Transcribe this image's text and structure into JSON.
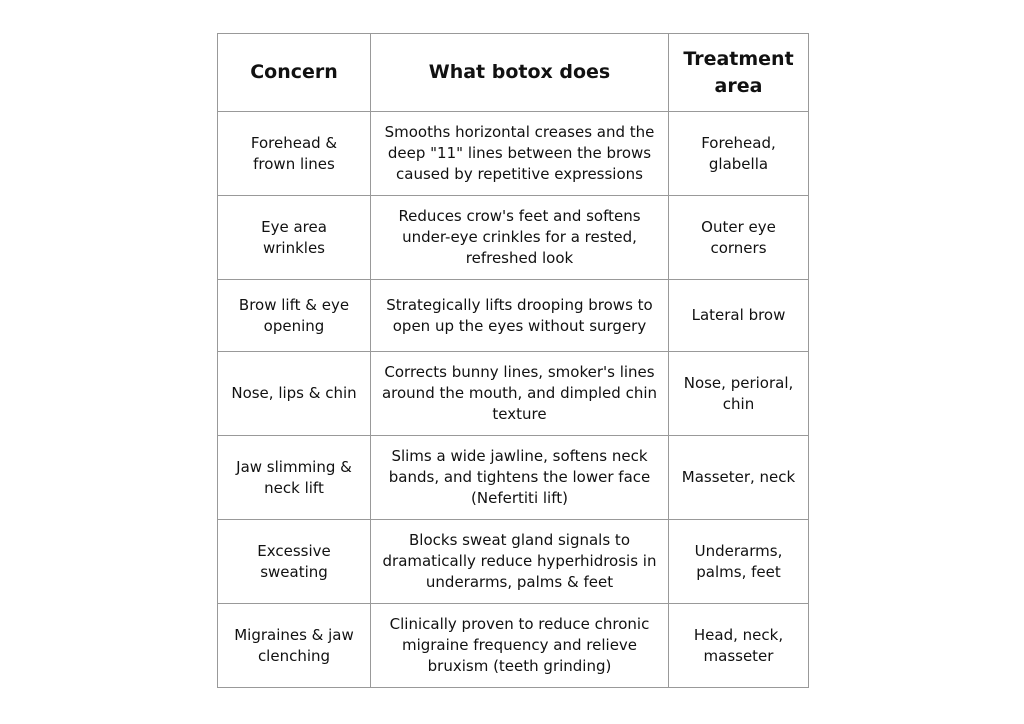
{
  "table": {
    "headers": [
      "Concern",
      "What botox does",
      "Treatment area"
    ],
    "rows": [
      {
        "concern": "Forehead & frown lines",
        "effect": "Smooths horizontal creases and the deep \"11\" lines between the brows caused by repetitive expressions",
        "area": "Forehead, glabella"
      },
      {
        "concern": "Eye area wrinkles",
        "effect": "Reduces crow's feet and softens under-eye crinkles for a rested, refreshed look",
        "area": "Outer eye corners"
      },
      {
        "concern": "Brow lift & eye opening",
        "effect": "Strategically lifts drooping brows to open up the eyes without surgery",
        "area": "Lateral brow"
      },
      {
        "concern": "Nose, lips & chin",
        "effect": "Corrects bunny lines, smoker's lines around the mouth, and dimpled chin texture",
        "area": "Nose, perioral, chin"
      },
      {
        "concern": "Jaw slimming & neck lift",
        "effect": "Slims a wide jawline, softens neck bands, and tightens the lower face (Nefertiti lift)",
        "area": "Masseter, neck"
      },
      {
        "concern": "Excessive sweating",
        "effect": "Blocks sweat gland signals to dramatically reduce hyperhidrosis in underarms, palms & feet",
        "area": "Underarms, palms, feet"
      },
      {
        "concern": "Migraines & jaw clenching",
        "effect": "Clinically proven to reduce chronic migraine frequency and relieve bruxism (teeth grinding)",
        "area": "Head, neck, masseter"
      }
    ]
  },
  "colors": {
    "border": "#999999",
    "text": "#111111",
    "background": "#ffffff"
  }
}
